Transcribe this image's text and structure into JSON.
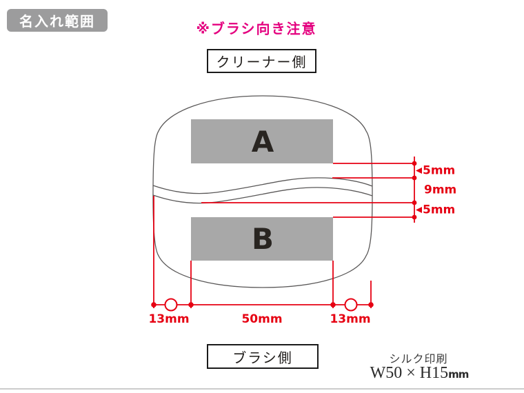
{
  "header": {
    "badge": "名入れ範囲",
    "caution": "※ブラシ向き注意"
  },
  "diagram": {
    "top_label": "クリーナー側",
    "bottom_label": "ブラシ側",
    "area_a_label": "A",
    "area_b_label": "B",
    "dimensions": {
      "right": {
        "top_gap": "5mm",
        "middle_gap": "9mm",
        "bottom_gap": "5mm"
      },
      "bottom": {
        "left": "13mm",
        "center": "50mm",
        "right": "13mm"
      }
    }
  },
  "footer": {
    "print_method": "シルク印刷",
    "print_size": "W50 × H15",
    "print_size_unit": "mm"
  },
  "colors": {
    "dimension_red": "#e60012",
    "caution_pink": "#e4007f",
    "area_gray": "#a8a8a8",
    "badge_gray": "#9c9c9d",
    "outline_gray": "#595757"
  }
}
